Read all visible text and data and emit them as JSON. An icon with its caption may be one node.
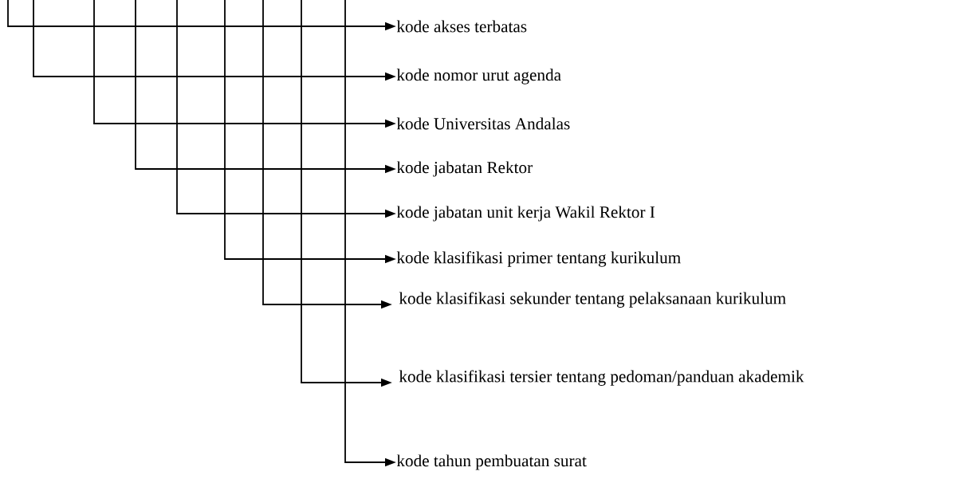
{
  "diagram": {
    "nodes": [
      {
        "text": [
          "kode akses terbatas"
        ]
      },
      {
        "text": [
          "kode nomor  urut agenda"
        ]
      },
      {
        "text": [
          "kode Universitas Andalas"
        ]
      },
      {
        "text": [
          "kode jabatan Rektor"
        ]
      },
      {
        "text": [
          "kode jabatan unit kerja Wakil Rektor I"
        ]
      },
      {
        "text": [
          "kode klasifikasi primer tentang kurikulum"
        ]
      },
      {
        "text": [
          "kode klasifikasi sekunder tentang pelaksanaan kurikulum"
        ]
      },
      {
        "text": [
          "kode klasifikasi tersier tentang pedoman/panduan akademik"
        ]
      },
      {
        "text": [
          "kode tahun pembuatan surat"
        ]
      }
    ],
    "edges": [
      {
        "from": null,
        "to": 0,
        "arrow": "to"
      },
      {
        "from": null,
        "to": 1,
        "arrow": "to"
      },
      {
        "from": null,
        "to": 2,
        "arrow": "to"
      },
      {
        "from": null,
        "to": 3,
        "arrow": "to"
      },
      {
        "from": null,
        "to": 4,
        "arrow": "to"
      },
      {
        "from": null,
        "to": 5,
        "arrow": "to"
      },
      {
        "from": null,
        "to": 6,
        "arrow": "to"
      },
      {
        "from": null,
        "to": 7,
        "arrow": "to"
      },
      {
        "from": null,
        "to": 8,
        "arrow": "to"
      }
    ]
  }
}
